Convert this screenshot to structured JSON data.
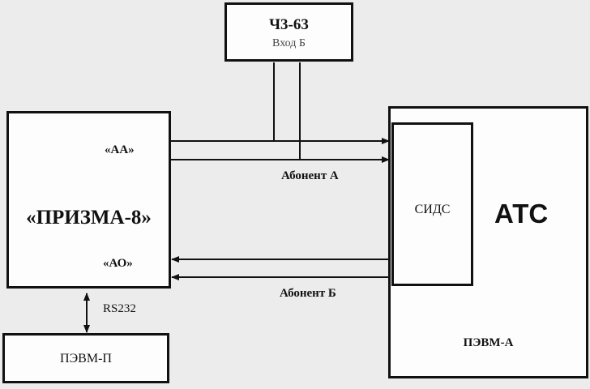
{
  "blocks": {
    "ch363": {
      "title": "Ч3-63",
      "subtitle": "Вход Б"
    },
    "prizma": {
      "title": "«ПРИЗМА-8»",
      "port_aa": "«АА»",
      "port_ao": "«АО»"
    },
    "ats": {
      "title": "АТС",
      "sids": "СИДС",
      "pevm_a": "ПЭВМ-А"
    },
    "pevm_p": {
      "title": "ПЭВМ-П"
    }
  },
  "links": {
    "subscriber_a": "Абонент А",
    "subscriber_b": "Абонент Б",
    "rs232": "RS232"
  },
  "colors": {
    "line": "#111111",
    "box_fill": "#fdfdfd",
    "background": "#ececec"
  }
}
